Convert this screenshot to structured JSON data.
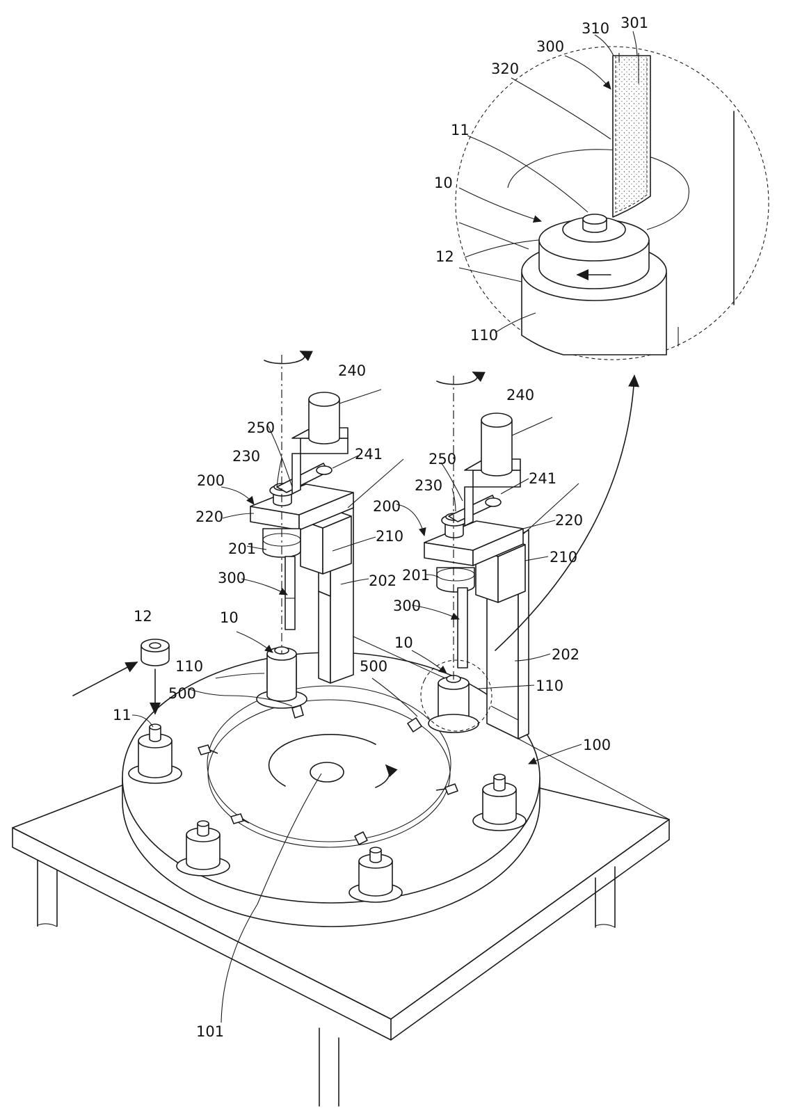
{
  "figure": {
    "labels": {
      "l310": "310",
      "l301": "301",
      "l300_top": "300",
      "l320": "320",
      "l11_top": "11",
      "l10_top": "10",
      "l12_top": "12",
      "l110_top": "110",
      "l240_left": "240",
      "l250_left": "250",
      "l230_left": "230",
      "l241_left": "241",
      "l200_left": "200",
      "l220_left": "220",
      "l201_left": "201",
      "l210_left": "210",
      "l202_left": "202",
      "l300_left": "300",
      "l240_right": "240",
      "l250_right": "250",
      "l230_right": "230",
      "l241_right": "241",
      "l200_right": "200",
      "l220_right": "220",
      "l201_right": "201",
      "l210_right": "210",
      "l202_right": "202",
      "l300_right": "300",
      "l12_left": "12",
      "l10_left": "10",
      "l110_left": "110",
      "l500_left": "500",
      "l11_left": "11",
      "l10_right": "10",
      "l500_right": "500",
      "l110_right": "110",
      "l100": "100",
      "l101": "101"
    }
  }
}
